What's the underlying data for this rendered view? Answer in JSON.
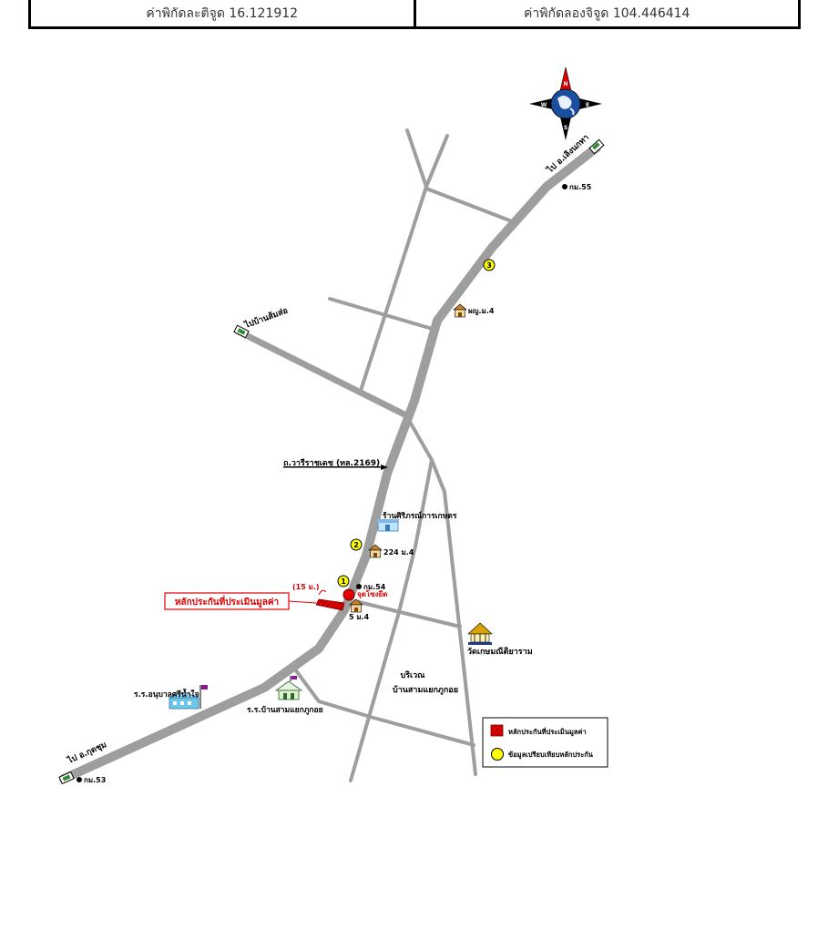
{
  "coordinates": {
    "latitude": "ค่าพิกัดละติจูด 16.121912",
    "longitude": "ค่าพิกัดลองจิจูด 104.446414"
  },
  "compass": {
    "n": "N",
    "s": "S",
    "e": "E",
    "w": "W"
  },
  "directions": {
    "to_loengnoktha": "ไป อ.เลิงนกทา",
    "to_ban_somsa": "ไปบ้านส้มส่อ",
    "to_kut_chum": "ไป อ.กุดชุม"
  },
  "km_posts": {
    "km55": "กม.55",
    "km54": "กม.54",
    "km53": "กม.53"
  },
  "road_label": "ถ.วารีราชเดช (ทล.2169)",
  "places": {
    "house_moo4": "ผญ.ม.4",
    "shop": "ร้านศิริภรณ์การเกษตร",
    "house_224": "224 ม.4",
    "house_5": "5 ม.4",
    "temple": "วัดเกษมณีติยาราม",
    "area_line1": "บริเวณ",
    "area_line2": "บ้านสามแยกภูกอย",
    "school1": "ร.ร.อนุบาลศรีน้ำใจ",
    "school2": "ร.ร.บ้านสามแยกภูกอย"
  },
  "markers": {
    "m1": "1",
    "m2": "2",
    "m3": "3"
  },
  "subject": {
    "label": "หลักประกันที่ประเมินมูลค่า",
    "distance": "(15 ม.)",
    "point": "จุดโซงยีด"
  },
  "legend": {
    "collateral": "หลักประกันที่ประเมินมูลค่า",
    "comparison": "ข้อมูลเปรียบเทียบหลักประกัน"
  },
  "colors": {
    "road": "#9e9e9e",
    "marker_yellow": "#ffff00",
    "subject_red": "#e00000",
    "compass_blue": "#1a4fa0"
  }
}
